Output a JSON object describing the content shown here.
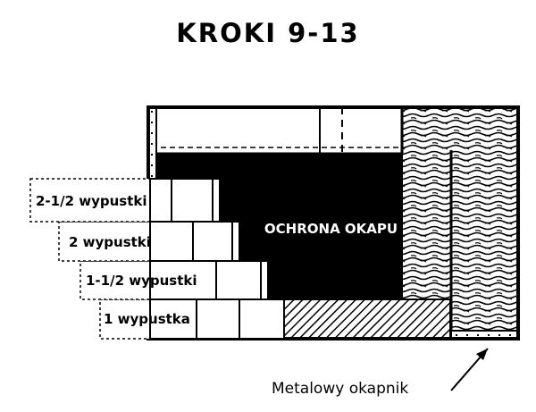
{
  "title": "KROKI 9-13",
  "labels": {
    "eave_protection": "OCHRONA OKAPU",
    "drip_edge": "Metalowy okapnik"
  },
  "courses": [
    {
      "label": "2-1/2 wypustki"
    },
    {
      "label": "2 wypustki"
    },
    {
      "label": "1-1/2 wypustki"
    },
    {
      "label": "1 wypustka"
    }
  ],
  "colors": {
    "ink": "#000000",
    "paper": "#ffffff"
  }
}
